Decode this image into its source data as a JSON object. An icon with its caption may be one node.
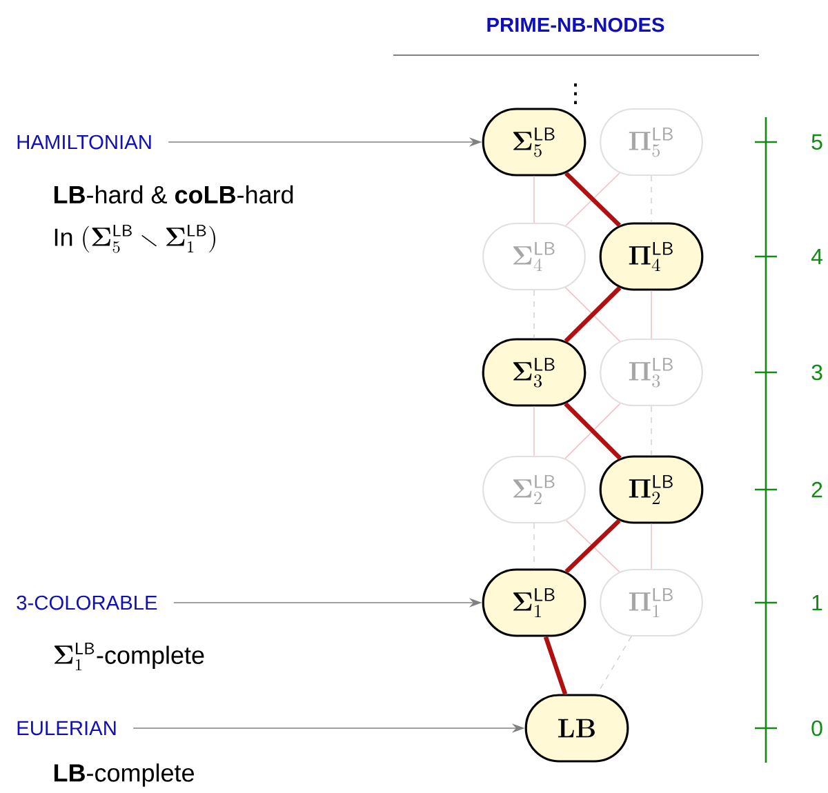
{
  "diagram": {
    "title": "PRIME-NB-NODES",
    "nodes": [
      {
        "text": [
          "HAMILTONIAN"
        ],
        "beside": [
          "**LB**-hard & **coLB**-hard",
          "\\text{In }(\\mathbf{\\Sigma}^{\\mathsf{LB}}_{5}\\smallsetminus\\mathbf{\\Sigma}^{\\mathsf{LB}}_{1})"
        ]
      },
      {
        "text": [
          "\\mathbf{\\Sigma}^{\\mathsf{LB}}_{5}"
        ]
      },
      {
        "text": [
          "\\mathbf{\\Pi}^{\\mathsf{LB}}_{5}"
        ]
      },
      {
        "text": [
          "\\mathbf{\\Sigma}^{\\mathsf{LB}}_{4}"
        ]
      },
      {
        "text": [
          "\\mathbf{\\Pi}^{\\mathsf{LB}}_{4}"
        ]
      },
      {
        "text": [
          "\\mathbf{\\Sigma}^{\\mathsf{LB}}_{3}"
        ]
      },
      {
        "text": [
          "\\mathbf{\\Pi}^{\\mathsf{LB}}_{3}"
        ]
      },
      {
        "text": [
          "\\mathbf{\\Sigma}^{\\mathsf{LB}}_{2}"
        ]
      },
      {
        "text": [
          "\\mathbf{\\Pi}^{\\mathsf{LB}}_{2}"
        ]
      },
      {
        "text": [
          "3-COLORABLE"
        ],
        "beside": [
          "\\mathbf{\\Sigma}^{\\mathsf{LB}}_{1}\\text{-complete}"
        ]
      },
      {
        "text": [
          "\\mathbf{\\Sigma}^{\\mathsf{LB}}_{1}"
        ]
      },
      {
        "text": [
          "\\mathbf{\\Pi}^{\\mathsf{LB}}_{1}"
        ]
      },
      {
        "text": [
          "EULERIAN"
        ],
        "beside": [
          "**LB**-complete"
        ]
      },
      {
        "text": [
          "\\mathbf{LB}"
        ]
      }
    ],
    "edges": [
      {
        "from": 1,
        "to": 3,
        "arrow": "none",
        "color": "#f0c4c4"
      },
      {
        "from": 2,
        "to": 3,
        "arrow": "none",
        "color": "#f0c4c4"
      },
      {
        "from": 3,
        "to": 6,
        "arrow": "none",
        "color": "#f0c4c4"
      },
      {
        "from": 4,
        "to": 6,
        "arrow": "none",
        "color": "#f0c4c4"
      },
      {
        "from": 5,
        "to": 7,
        "arrow": "none",
        "color": "#f0c4c4"
      },
      {
        "from": 6,
        "to": 7,
        "arrow": "none",
        "color": "#f0c4c4"
      },
      {
        "from": 7,
        "to": 11,
        "arrow": "none",
        "color": "#f0c4c4"
      },
      {
        "from": 8,
        "to": 11,
        "arrow": "none",
        "color": "#f0c4c4"
      },
      {
        "from": 2,
        "to": 4,
        "arrow": "none",
        "style": "dashed",
        "color": "#cccccc"
      },
      {
        "from": 3,
        "to": 5,
        "arrow": "none",
        "style": "dashed",
        "color": "#cccccc"
      },
      {
        "from": 6,
        "to": 8,
        "arrow": "none",
        "style": "dashed",
        "color": "#cccccc"
      },
      {
        "from": 7,
        "to": 10,
        "arrow": "none",
        "style": "dashed",
        "color": "#cccccc"
      },
      {
        "from": 11,
        "to": 13,
        "arrow": "none",
        "style": "dashed",
        "color": "#cccccc"
      },
      {
        "from": 1,
        "to": 4,
        "arrow": "none",
        "style": "thick",
        "color": "#b01010"
      },
      {
        "from": 4,
        "to": 5,
        "arrow": "none",
        "style": "thick",
        "color": "#b01010"
      },
      {
        "from": 5,
        "to": 8,
        "arrow": "none",
        "style": "thick",
        "color": "#b01010"
      },
      {
        "from": 8,
        "to": 10,
        "arrow": "none",
        "style": "thick",
        "color": "#b01010"
      },
      {
        "from": 10,
        "to": 13,
        "arrow": "none",
        "style": "thick",
        "color": "#b01010"
      },
      {
        "from": 0,
        "to": 1,
        "arrow": "to",
        "color": "#808080"
      },
      {
        "from": 9,
        "to": 10,
        "arrow": "to",
        "color": "#808080"
      },
      {
        "from": 12,
        "to": 13,
        "arrow": "to",
        "color": "#808080"
      }
    ],
    "labels": [
      "⋮",
      "5",
      "4",
      "3",
      "2",
      "1",
      "0"
    ]
  }
}
